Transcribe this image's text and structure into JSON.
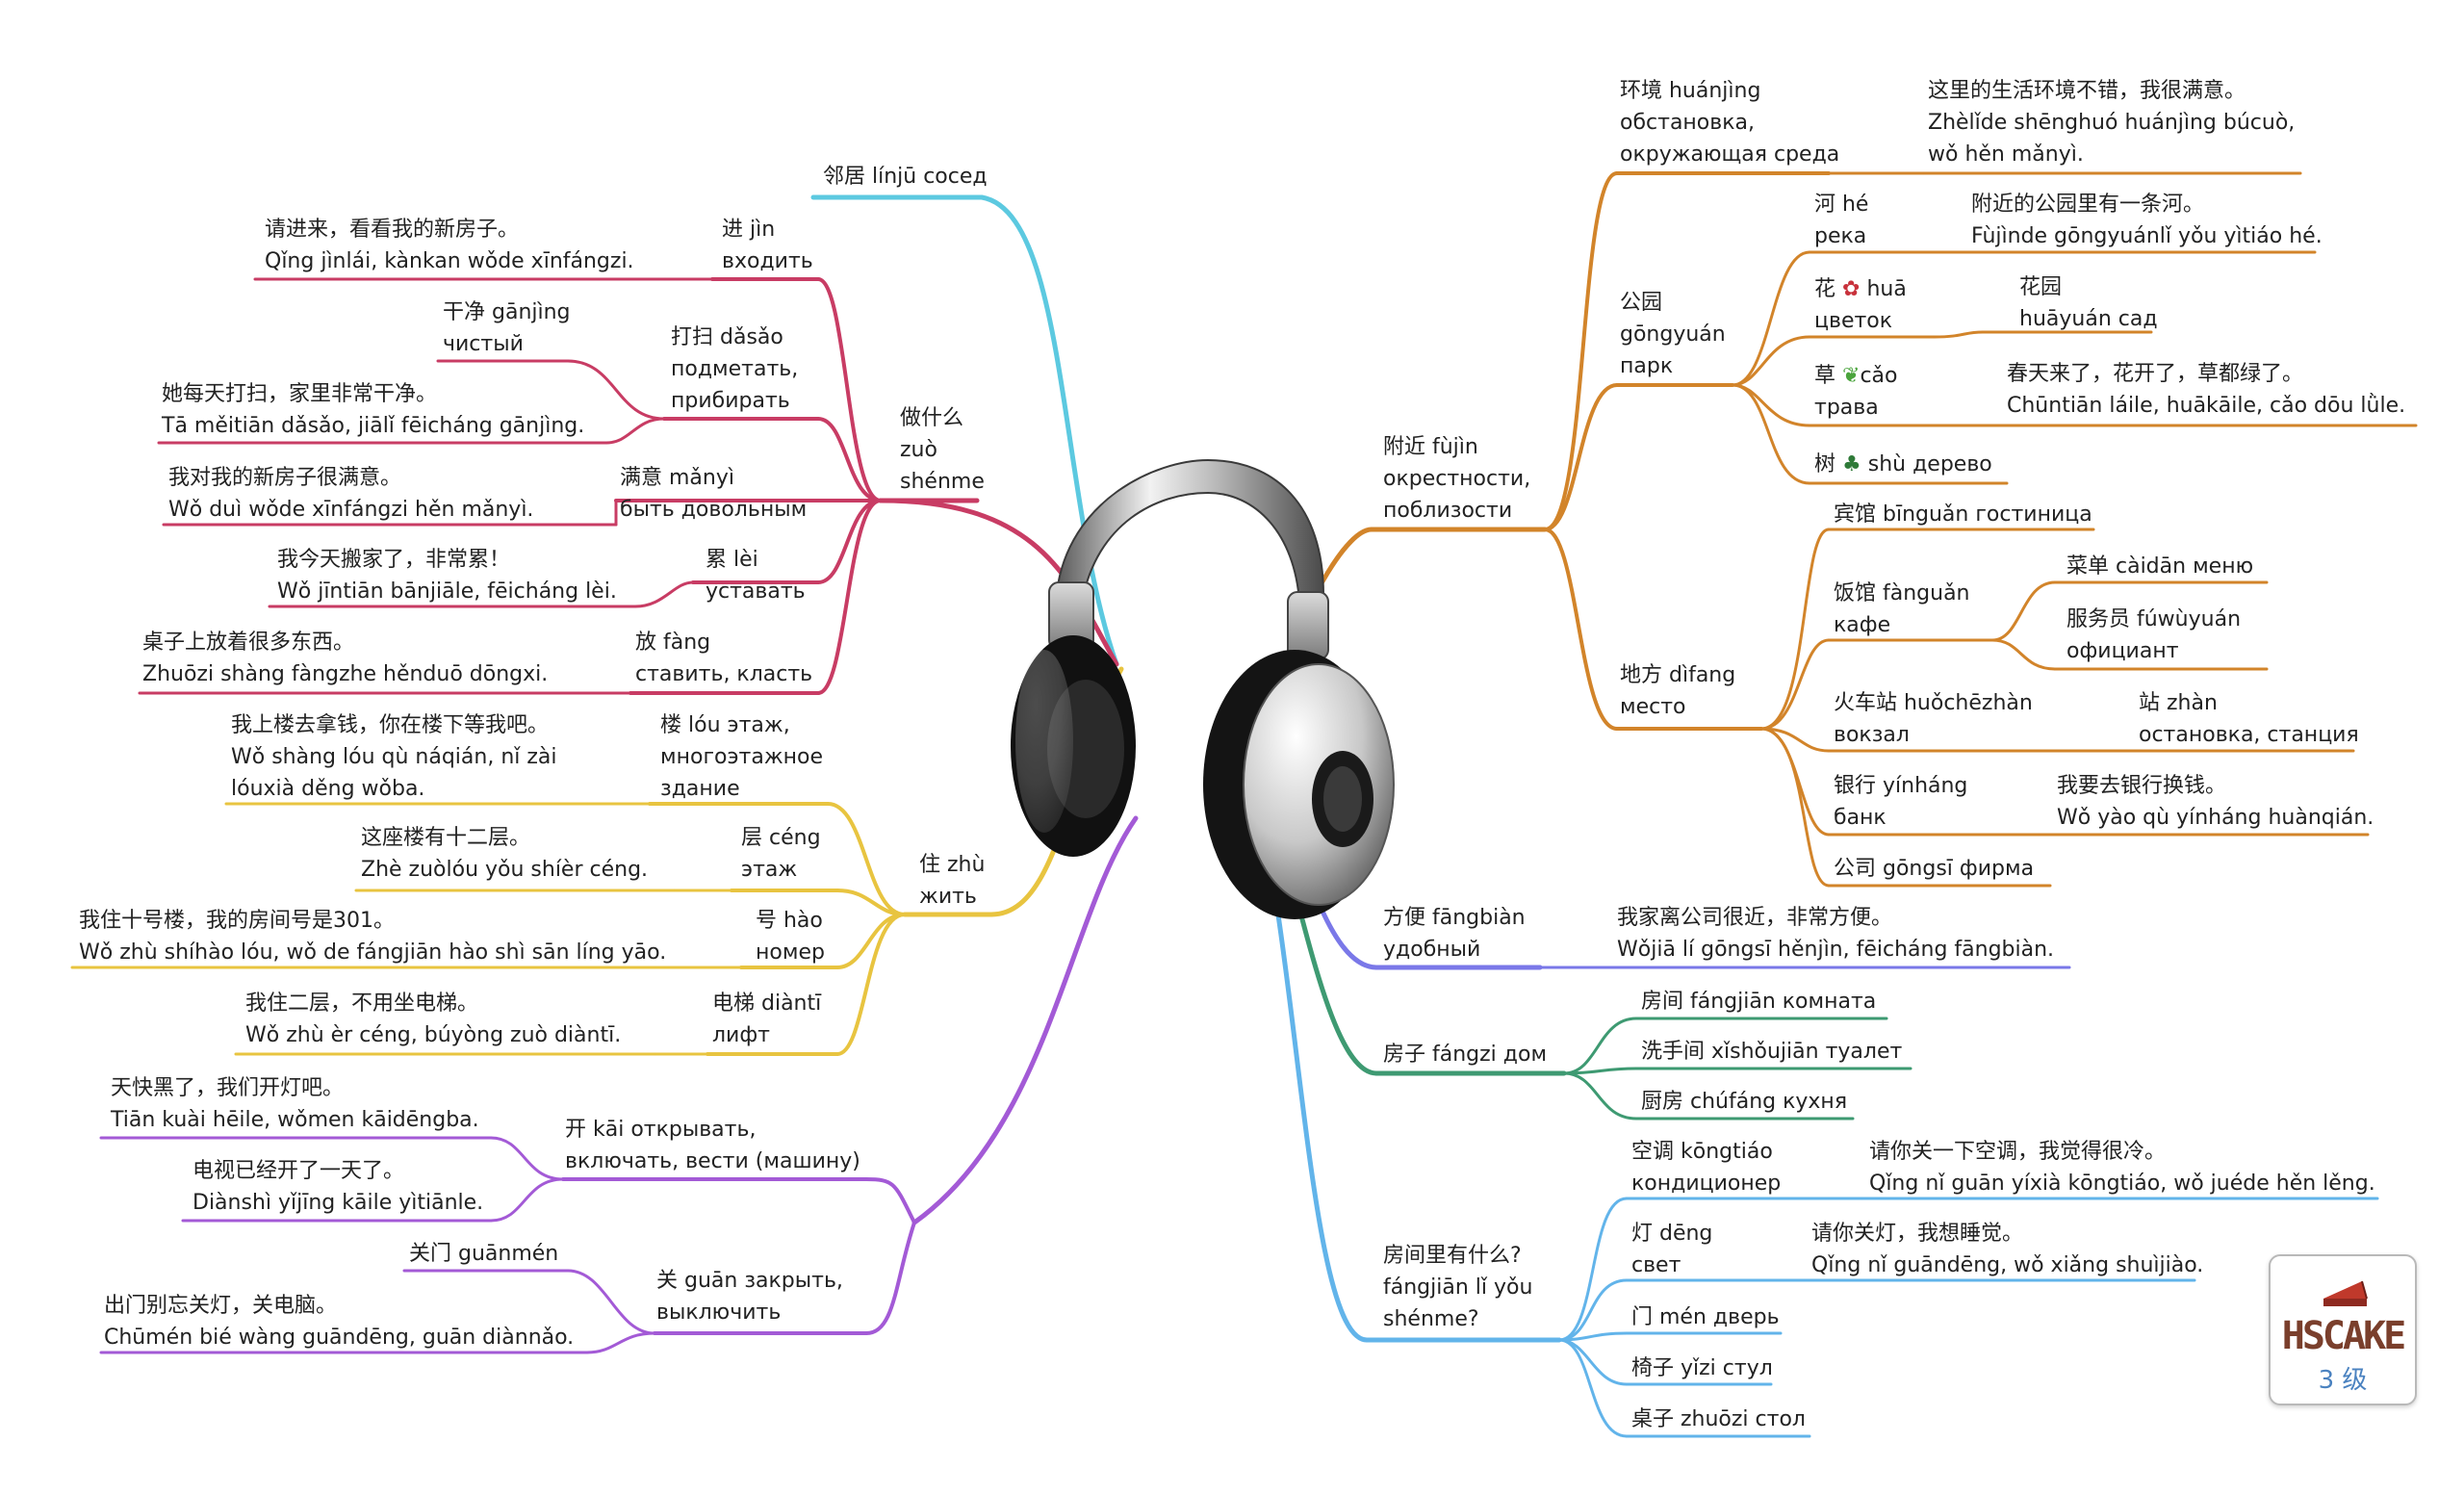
{
  "colors": {
    "cyan": "#5cc9e0",
    "crimson": "#c83c64",
    "yellow": "#e8c440",
    "purple": "#a35ad6",
    "orange": "#d2842a",
    "indigo": "#7a78e8",
    "green": "#3e9a72",
    "sky": "#62b4ea"
  },
  "icons": [
    "headphones-icon",
    "flower-icon",
    "grass-icon",
    "tree-icon",
    "cake-icon"
  ],
  "logo": {
    "brand": "HSCAKE",
    "level": "3 级"
  },
  "nodes": {
    "linju": [
      "邻居 línjū сосед"
    ],
    "zuoshenme": [
      "做什么",
      "zuò",
      "shénme"
    ],
    "jin": [
      "进 jìn",
      "входить"
    ],
    "jin_ex": [
      "请进来，看看我的新房子。",
      "Qǐng jìnlái, kànkan wǒde xīnfángzi."
    ],
    "dasao": [
      "打扫 dǎsǎo",
      "подметать,",
      "прибирать"
    ],
    "ganjing": [
      "干净 gānjìng",
      "чистый"
    ],
    "dasao_ex": [
      "她每天打扫，家里非常干净。",
      "Tā měitiān dǎsǎo, jiālǐ fēicháng gānjìng."
    ],
    "manyi": [
      "满意 mǎnyì",
      "быть довольным"
    ],
    "manyi_ex": [
      "我对我的新房子很满意。",
      "Wǒ duì wǒde xīnfángzi hěn mǎnyì."
    ],
    "lei": [
      "累 lèi",
      "уставать"
    ],
    "lei_ex": [
      "我今天搬家了，非常累！",
      "Wǒ jīntiān bānjiāle, fēicháng lèi."
    ],
    "fang": [
      "放 fàng",
      "ставить, класть"
    ],
    "fang_ex": [
      "桌子上放着很多东西。",
      "Zhuōzi shàng fàngzhe hěnduō dōngxi."
    ],
    "zhu": [
      "住 zhù",
      "жить"
    ],
    "lou": [
      "楼 lóu этаж,",
      "многоэтажное",
      "здание"
    ],
    "lou_ex": [
      "我上楼去拿钱，你在楼下等我吧。",
      "Wǒ shàng lóu qù náqián, nǐ zài",
      "lóuxià děng wǒba."
    ],
    "ceng": [
      "层 céng",
      "этаж"
    ],
    "ceng_ex": [
      "这座楼有十二层。",
      "Zhè zuòlóu yǒu shíèr céng."
    ],
    "hao": [
      "号 hào",
      "номер"
    ],
    "hao_ex": [
      "我住十号楼，我的房间号是301。",
      "Wǒ zhù shíhào lóu, wǒ de fángjiān hào shì sān líng yāo."
    ],
    "dianti": [
      "电梯 diàntī",
      "лифт"
    ],
    "dianti_ex": [
      "我住二层，不用坐电梯。",
      "Wǒ zhù èr céng, búyòng zuò diàntī."
    ],
    "kai": [
      "开 kāi открывать,",
      "включать, вести (машину)"
    ],
    "kai_ex1": [
      "天快黑了，我们开灯吧。",
      "Tiān kuài hēile, wǒmen kāidēngba."
    ],
    "kai_ex2": [
      "电视已经开了一天了。",
      "Diànshì yǐjīng kāile yìtiānle."
    ],
    "guan": [
      "关 guān закрыть,",
      "выключить"
    ],
    "guanmen": [
      "关门 guānmén"
    ],
    "guan_ex": [
      "出门别忘关灯，关电脑。",
      "Chūmén bié wàng guāndēng, guān diànnǎo."
    ],
    "fujin": [
      "附近 fùjìn",
      "окрестности,",
      "поблизости"
    ],
    "huanjing": [
      "环境 huánjìng",
      "обстановка,",
      "окружающая среда"
    ],
    "huanjing_ex": [
      "这里的生活环境不错，我很满意。",
      "Zhèlǐde shēnghuó huánjìng búcuò,",
      "wǒ hěn mǎnyì."
    ],
    "gongyuan": [
      "公园",
      "gōngyuán",
      "парк"
    ],
    "he": [
      "河 hé",
      "река"
    ],
    "he_ex": [
      "附近的公园里有一条河。",
      "Fùjìnde gōngyuánlǐ yǒu yìtiáo hé."
    ],
    "hua": [
      "花",
      "huā",
      "цветок"
    ],
    "huayuan": [
      "花园",
      "huāyuán сад"
    ],
    "cao": [
      "草",
      "cǎo",
      "трава"
    ],
    "cao_ex": [
      "春天来了，花开了，草都绿了。",
      "Chūntiān láile, huākāile, cǎo dōu lǜle."
    ],
    "shu": [
      "树",
      "shù дерево"
    ],
    "difang": [
      "地方 dìfang",
      "место"
    ],
    "binguan": [
      "宾馆 bīnguǎn гостиница"
    ],
    "fanguan": [
      "饭馆 fànguǎn",
      "кафе"
    ],
    "caidan": [
      "菜单 càidān меню"
    ],
    "fuwuyuan": [
      "服务员 fúwùyuán",
      "официант"
    ],
    "huochezhan": [
      "火车站 huǒchēzhàn",
      "вокзал"
    ],
    "zhan": [
      "站 zhàn",
      "остановка, станция"
    ],
    "yinhang": [
      "银行 yínháng",
      "банк"
    ],
    "yinhang_ex": [
      "我要去银行换钱。",
      "Wǒ yào qù yínháng huànqián."
    ],
    "gongsi": [
      "公司 gōngsī фирма"
    ],
    "fangbian": [
      "方便 fāngbiàn",
      "удобный"
    ],
    "fangbian_ex": [
      "我家离公司很近，非常方便。",
      "Wǒjiā lí gōngsī hěnjìn, fēicháng fāngbiàn."
    ],
    "fangzi": [
      "房子 fángzi дом"
    ],
    "fangjian": [
      "房间 fángjiān комната"
    ],
    "xishoujian": [
      "洗手间 xǐshǒujiān туалет"
    ],
    "chufang": [
      "厨房 chúfáng кухня"
    ],
    "fangjianli": [
      "房间里有什么?",
      "fángjiān lǐ yǒu",
      "shénme?"
    ],
    "kongtiao": [
      "空调 kōngtiáo",
      "кондиционер"
    ],
    "kongtiao_ex": [
      "请你关一下空调，我觉得很冷。",
      "Qǐng nǐ guān yíxià kōngtiáo, wǒ juéde hěn lěng."
    ],
    "deng": [
      "灯 dēng",
      "свет"
    ],
    "deng_ex": [
      "请你关灯，我想睡觉。",
      "Qǐng nǐ guāndēng, wǒ xiǎng shuìjiào."
    ],
    "men": [
      "门 mén дверь"
    ],
    "yizi": [
      "椅子 yǐzi стул"
    ],
    "zhuozi": [
      "桌子 zhuōzi стол"
    ]
  }
}
